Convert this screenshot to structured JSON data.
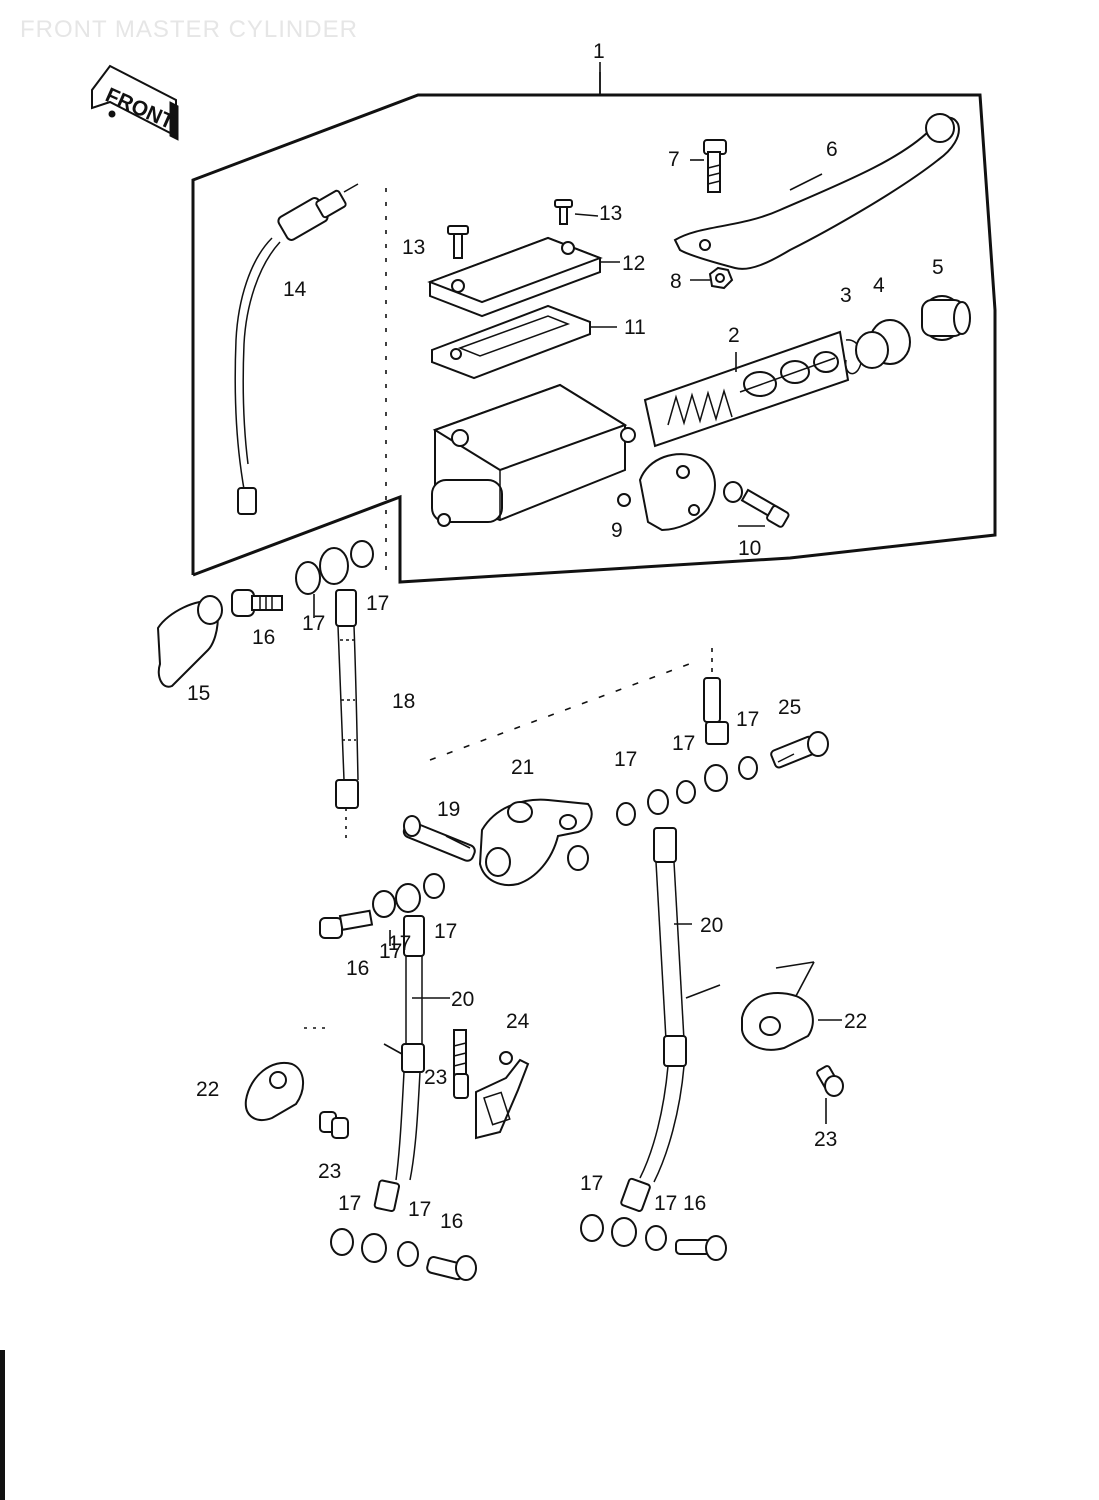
{
  "title": "FRONT MASTER CYLINDER",
  "front_marker": "FRONT",
  "labels": {
    "p1": "1",
    "p2": "2",
    "p3": "3",
    "p4": "4",
    "p5": "5",
    "p6": "6",
    "p7": "7",
    "p8": "8",
    "p9": "9",
    "p10": "10",
    "p11": "11",
    "p12": "12",
    "p13a": "13",
    "p13b": "13",
    "p14": "14",
    "p15": "15",
    "p16a": "16",
    "p16b": "16",
    "p16c": "16",
    "p16d": "16",
    "p17a": "17",
    "p17b": "17",
    "p17c": "17",
    "p17d": "17",
    "p17e": "17",
    "p17f": "17",
    "p17g": "17",
    "p17h": "17",
    "p17i": "17",
    "p17j": "17",
    "p17k": "17",
    "p17l": "17",
    "p18": "18",
    "p19": "19",
    "p20a": "20",
    "p20b": "20",
    "p21": "21",
    "p22a": "22",
    "p22b": "22",
    "p23a": "23",
    "p23b": "23",
    "p23c": "23",
    "p24": "24",
    "p25": "25"
  }
}
